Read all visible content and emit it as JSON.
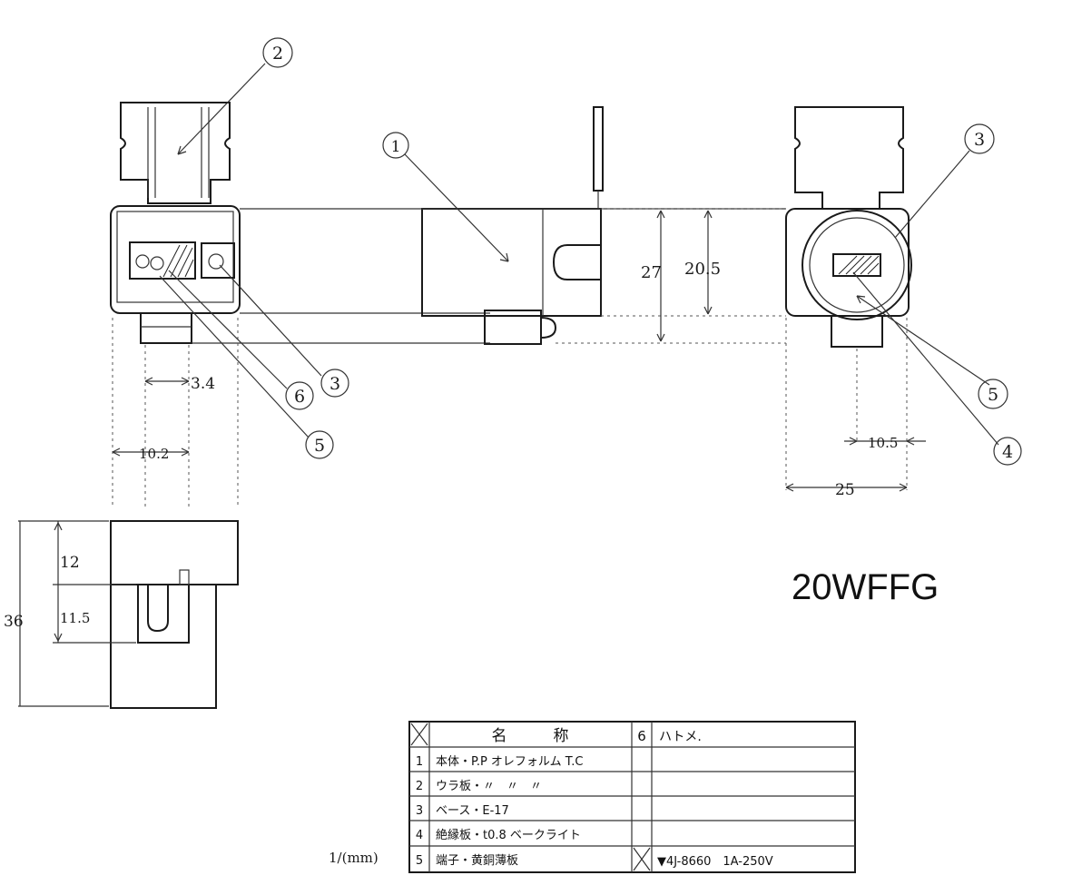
{
  "model": "20WFFG",
  "scale_note": "1/(mm)",
  "callouts": [
    "1",
    "2",
    "3",
    "4",
    "5",
    "6"
  ],
  "dimensions": {
    "width_3_4": "3.4",
    "width_10_2": "10.2",
    "height_27": "27",
    "height_20_5": "20.5",
    "offset_10_5": "10.5",
    "width_25": "25",
    "height_12": "12",
    "height_11_5": "11.5",
    "height_36": "36"
  },
  "parts_table": {
    "header_name": "名　　　称",
    "header_item6_no": "6",
    "header_item6_name": "ハトメ.",
    "rows": [
      {
        "no": "1",
        "name": "本体・P.P オレフォルム T.C"
      },
      {
        "no": "2",
        "name": "ウラ板・〃　〃　〃"
      },
      {
        "no": "3",
        "name": "ベース・E-17"
      },
      {
        "no": "4",
        "name": "絶縁板・t0.8 ベークライト"
      },
      {
        "no": "5",
        "name": "端子・黄銅薄板"
      }
    ],
    "drawing_number": "▼4J-8660　1A-250V"
  }
}
